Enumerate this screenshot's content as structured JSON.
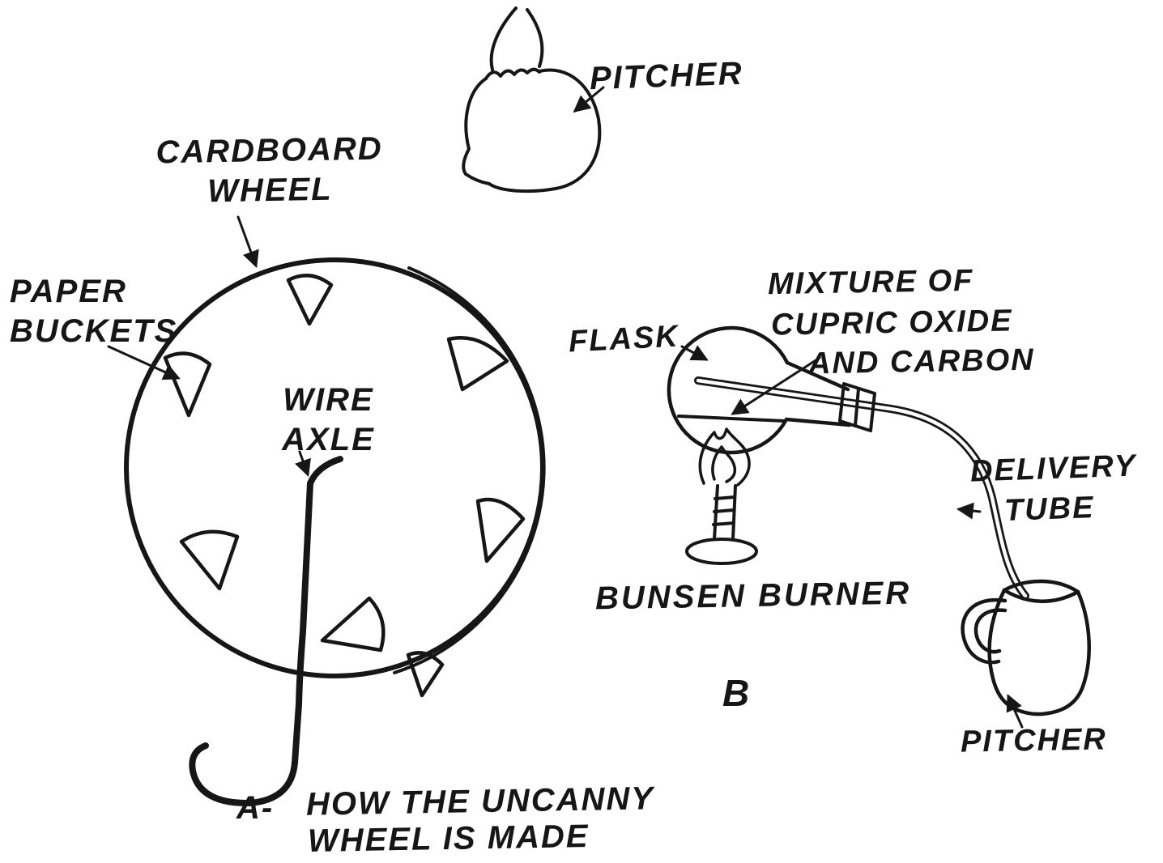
{
  "figure": {
    "ink_color": "#161616",
    "background_color": "#ffffff",
    "panels": {
      "a": {
        "caption_marker": "A-",
        "caption_line1": "HOW THE UNCANNY",
        "caption_line2": "WHEEL IS MADE",
        "labels": {
          "pitcher": "PITCHER",
          "cardboard_wheel_line1": "CARDBOARD",
          "cardboard_wheel_line2": "WHEEL",
          "paper_buckets_line1": "PAPER",
          "paper_buckets_line2": "BUCKETS",
          "wire_axle_line1": "WIRE",
          "wire_axle_line2": "AXLE"
        }
      },
      "b": {
        "marker": "B",
        "labels": {
          "flask": "FLASK",
          "mixture_line1": "MIXTURE OF",
          "mixture_line2": "CUPRIC OXIDE",
          "mixture_line3": "AND CARBON",
          "delivery_tube_line1": "DELIVERY",
          "delivery_tube_line2": "TUBE",
          "bunsen_burner": "BUNSEN BURNER",
          "pitcher": "PITCHER"
        }
      }
    }
  }
}
